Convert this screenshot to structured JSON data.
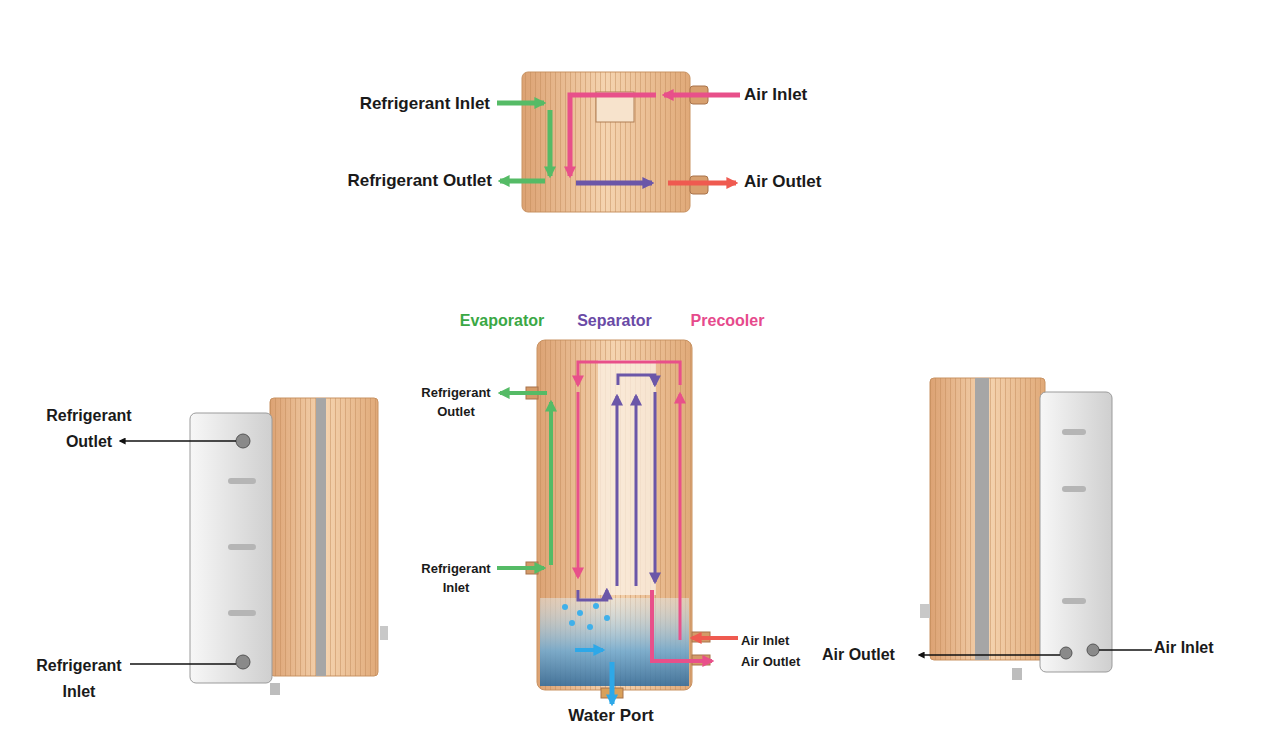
{
  "diagram": {
    "nodes": [
      {
        "text": [
          "Evaporator"
        ]
      },
      {
        "text": [
          "Separator"
        ]
      },
      {
        "text": [
          "Precooler"
        ]
      }
    ],
    "edges": [
      {
        "from": 2,
        "to": 0,
        "arrow": "to"
      },
      {
        "from": 0,
        "to": 1,
        "arrow": "to"
      },
      {
        "from": 1,
        "to": 2,
        "arrow": "to"
      }
    ],
    "labels": [
      "Refrigerant Inlet",
      "Air Inlet",
      "Refrigerant Outlet",
      "Air Outlet",
      "Refrigerant Outlet",
      "Refrigerant Inlet",
      "Air Inlet",
      "Air Outlet",
      "Water Port",
      "Refrigerant Outlet",
      "Refrigerant Inlet",
      "Air Outlet",
      "Air Inlet"
    ]
  }
}
